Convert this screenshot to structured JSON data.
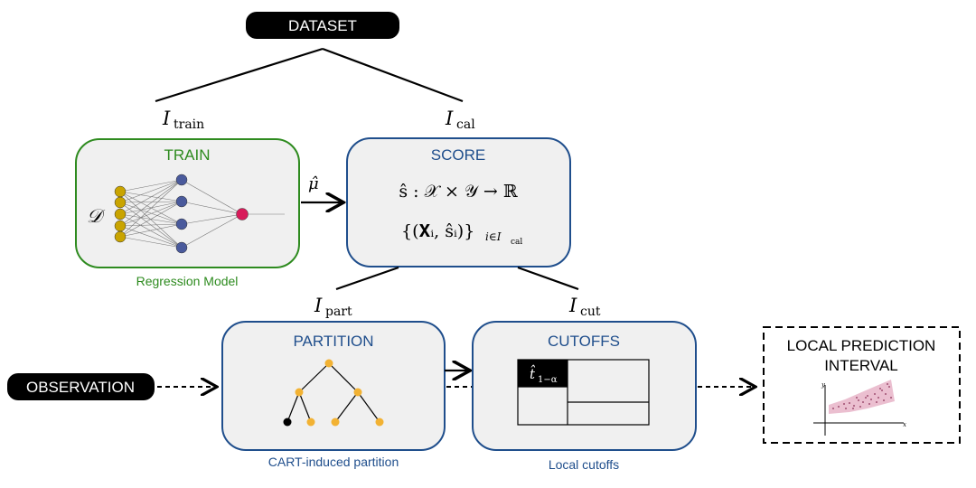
{
  "dataset_label": "DATASET",
  "observation_label": "OBSERVATION",
  "edges": {
    "train_split": "I",
    "train_split_sub": "train",
    "cal_split": "I",
    "cal_split_sub": "cal",
    "mu_hat": "μ̂",
    "part_split": "I",
    "part_split_sub": "part",
    "cut_split": "I",
    "cut_split_sub": "cut"
  },
  "train": {
    "title": "TRAIN",
    "data_symbol": "𝒟",
    "caption": "Regression Model"
  },
  "score": {
    "title": "SCORE",
    "formula_1": "ŝ : 𝒳 × 𝒴 → ℝ",
    "formula_2_main": "{(𝐗ᵢ, ŝᵢ)}",
    "formula_2_sub": "i∈I",
    "formula_2_subsub": "cal"
  },
  "partition": {
    "title": "PARTITION",
    "caption": "CART-induced partition"
  },
  "cutoffs": {
    "title": "CUTOFFS",
    "cell_label": "t̂",
    "cell_label_sub": "1−α",
    "caption": "Local cutoffs"
  },
  "output": {
    "title_line1": "LOCAL PREDICTION",
    "title_line2": "INTERVAL",
    "axis_y": "y",
    "axis_x": "x"
  },
  "colors": {
    "train_green": "#2e8b1f",
    "score_blue": "#1f4e8c",
    "box_fill": "#f0f0f0",
    "input_node": "#c9a400",
    "hidden_node": "#4a5a9c",
    "output_node": "#d81b5a",
    "tree_node": "#f2b233",
    "tree_leaf_dark": "#000000",
    "interval_fill": "#e8b4c8"
  }
}
